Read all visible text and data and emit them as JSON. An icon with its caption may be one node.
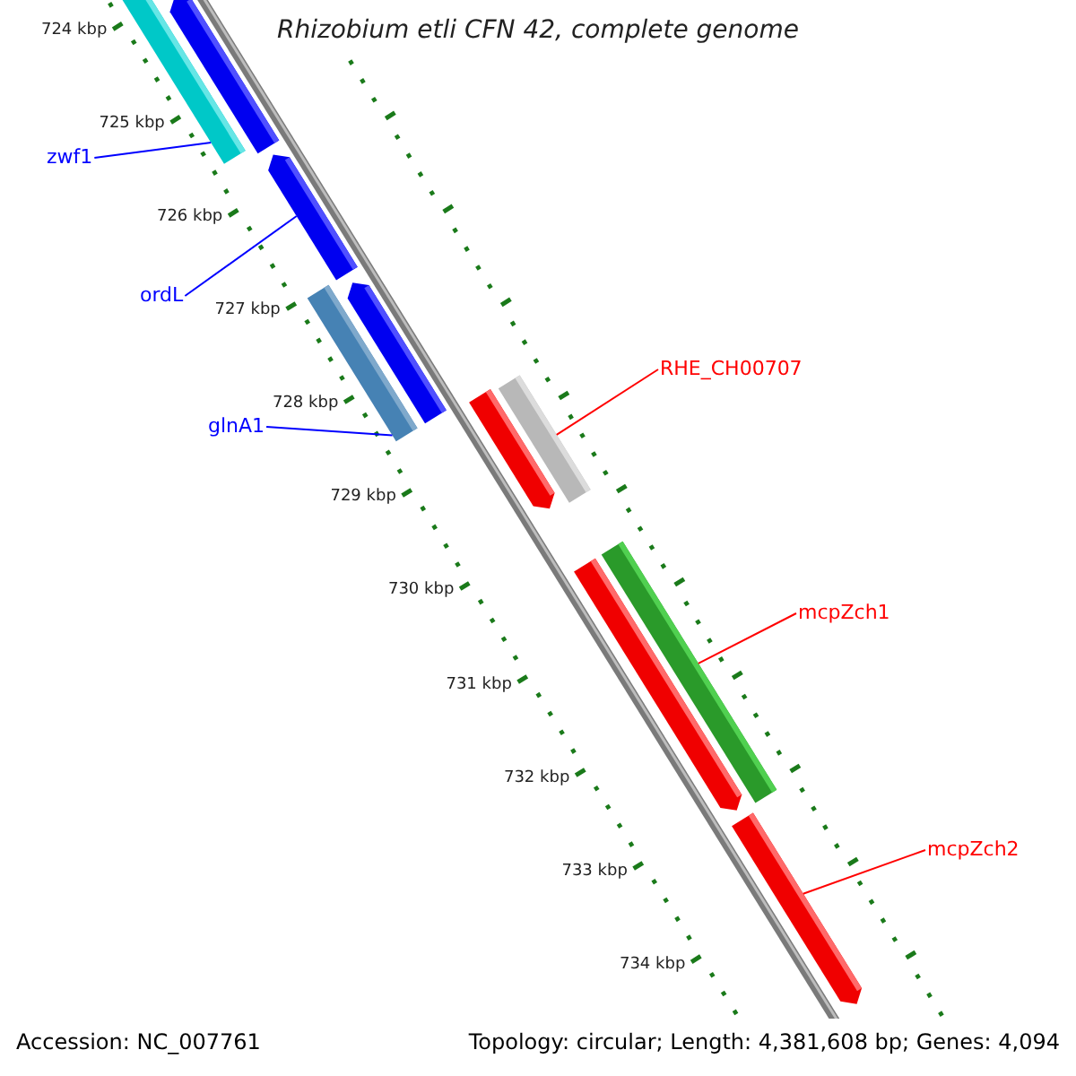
{
  "diagram": {
    "title": "Rhizobium etli CFN 42, complete genome",
    "nodes": [
      {
        "text": [],
        "shape": "bar"
      },
      {
        "text": [],
        "shape": "bar"
      },
      {
        "text": [
          "zwf1"
        ]
      },
      {
        "text": [],
        "shape": "bar"
      },
      {
        "text": [
          "ordL"
        ]
      },
      {
        "text": [],
        "shape": "bar"
      },
      {
        "text": [],
        "shape": "bar"
      },
      {
        "text": [
          "glnA1"
        ]
      },
      {
        "text": [
          "RHE_CH00707"
        ]
      },
      {
        "text": [],
        "shape": "bar"
      },
      {
        "text": [],
        "shape": "bar"
      },
      {
        "text": [],
        "shape": "bar"
      },
      {
        "text": [],
        "shape": "bar"
      },
      {
        "text": [
          "mcpZch1"
        ]
      },
      {
        "text": [],
        "shape": "bar"
      },
      {
        "text": [
          "mcpZch2"
        ]
      }
    ],
    "edges": [
      {
        "from": 2,
        "to": 0,
        "arrow": "none"
      },
      {
        "from": 4,
        "to": 3,
        "arrow": "none"
      },
      {
        "from": 7,
        "to": 6,
        "arrow": "none"
      },
      {
        "from": 8,
        "to": 9,
        "arrow": "none",
        "color": "#ff0000"
      },
      {
        "from": 13,
        "to": 11,
        "arrow": "none",
        "color": "#ff0000"
      },
      {
        "from": 15,
        "to": 14,
        "arrow": "none",
        "color": "#ff0000"
      }
    ],
    "labels": [
      "724 kbp",
      "725 kbp",
      "726 kbp",
      "727 kbp",
      "728 kbp",
      "729 kbp",
      "730 kbp",
      "731 kbp",
      "732 kbp",
      "733 kbp",
      "734 kbp",
      "Accession: NC_007761",
      "Topology: circular; Length: 4,381,608 bp; Genes: 4,094"
    ]
  }
}
